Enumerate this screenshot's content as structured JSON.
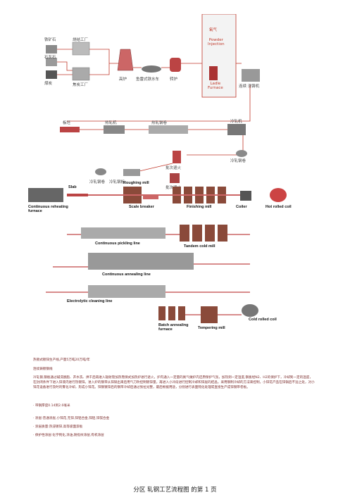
{
  "top_diagram": {
    "labels": {
      "iron_ore": "铁矿石",
      "limestone": "石灰石",
      "coal": "煤炭",
      "sinter_plant": "烧结工厂",
      "coking_plant": "焦炭工厂",
      "blast_furnace": "高炉",
      "torpedo_car": "鱼雷式铁水车",
      "converter": "转炉",
      "oxygen": "氧气",
      "powder_injection": "Powder\nInjection",
      "ladle_furnace": "Ladle\nFurnace",
      "continuous_caster": "连续 浇铸机",
      "slab": "板坯",
      "hot_rolling_mill": "热轧机",
      "hot_rolled_coil": "热轧钢卷",
      "cold_rolling_mill": "冷轧机",
      "cold_rolled_coil": "冷轧钢卷",
      "batch_annealing": "批次退火",
      "cold_coil_2": "冷轧钢卷",
      "cold_sheet": "冷轧钢板",
      "batch_annealing_2": "批次退火"
    }
  },
  "bottom_diagram": {
    "labels": {
      "slab": "Slab",
      "roughing_mill": "Roughing mill",
      "reheating_furnace": "Continuous reheating\nfurnace",
      "scale_breaker": "Scale breaker",
      "finishing_mill": "Finishing mill",
      "coiler": "Coiler",
      "hot_rolled_coil": "Hot rolled coil",
      "pickling_line": "Continuous pickling line",
      "tandem_cold_mill": "Tandem cold mill",
      "annealing_line": "Continuous annealing line",
      "cleaning_line": "Electrolytic cleaning line",
      "cold_rolled_coil": "Cold rolled coil",
      "batch_annealing_furnace": "Batch annealing\nfurnace",
      "tempering_mill": "Tempering mill"
    }
  },
  "text": {
    "line1": "热镀式镀锌生产线,产量5万吨20万吨/年",
    "line2": "连续铸镀钢线",
    "para": "冷轧钢,钢板通过碱洗脱脂、开水洗、烘干后再进入辐射管加热而保式加热炉进行退火，炉内通入一定量的氮气做炉内还原保护气氛，加热到一定温度,钢板经N2、H2的保护下，冷却到一定的温度，在封闭条件下进入锌液内进行热镀锌。进入炉的钢带从锌锅出来后用气刀吹控制镀锌量，再进入小冷段进行控制冷却和锌层的结晶，采用钢制冷却的方法来控制，小锌花产品在锌锅后不远之处，对小锌花设备进行及时的雾化冷却，形成小锌花。锌钢镀锌后的钢带冷却后通过张拉光整，最后根据用途，分别进行表面钝化处理或直接生产成锌钢带卷板。",
    "spec": "· 带钢厚度0.14到2.0毫米",
    "item1": "· 涂层:普通涂层,小锌花,无锌,锌铝合金,锌铝,锌镁合金",
    "item2": "· 涂层质量:热浸镀锌,高等级面漆板",
    "item3": "· 保护性涂层:化学钝化,涂油,耐指纹涂层,有机涂层"
  },
  "footer": "分区 轧钢工艺流程图 的第 1 页"
}
